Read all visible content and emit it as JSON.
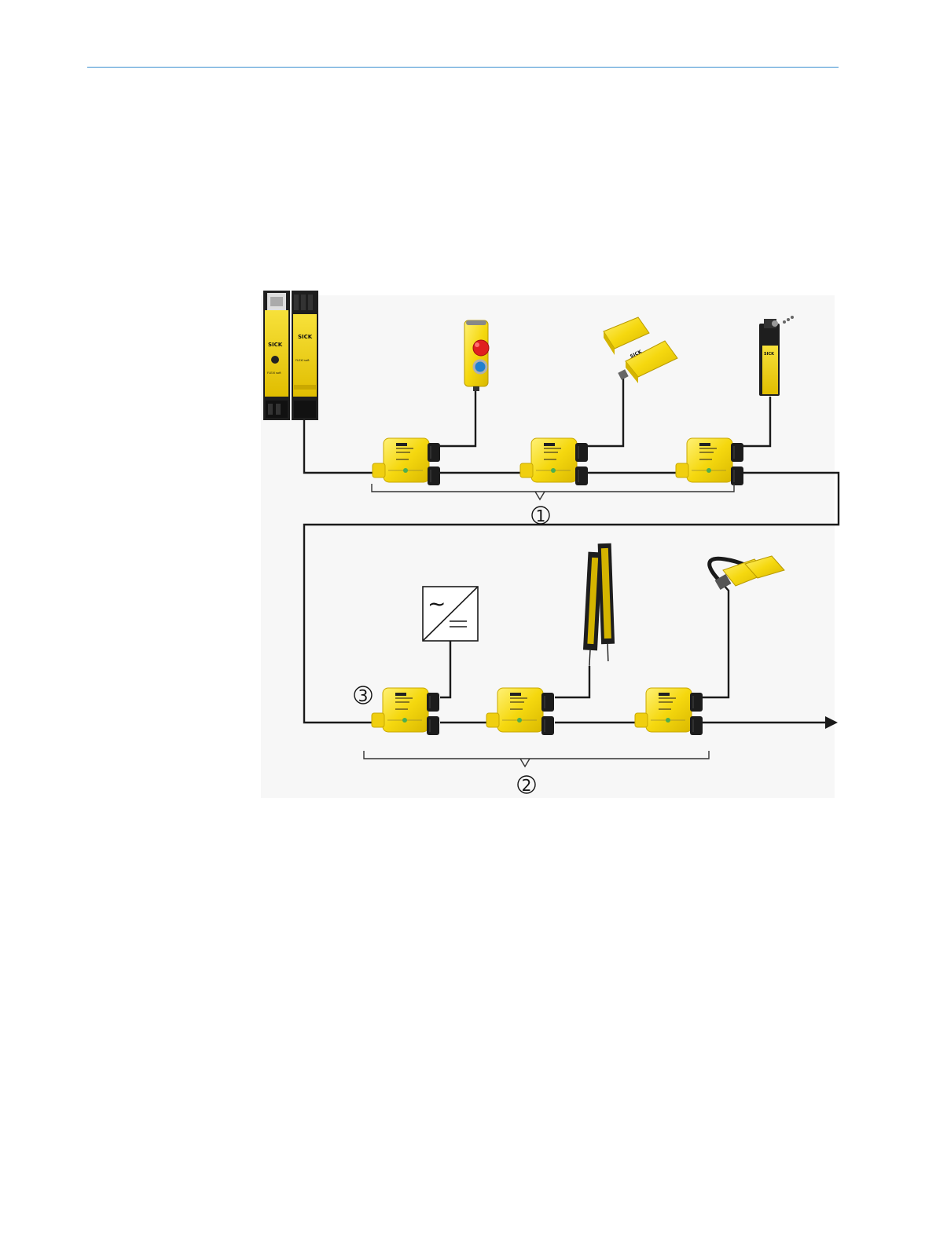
{
  "brand": {
    "logo_text": "SICK"
  },
  "controller": {
    "module1_name": "FLEXI soft",
    "module2_name": "FLEXI soft"
  },
  "callouts": [
    {
      "number": "1",
      "symbol": "①"
    },
    {
      "number": "2",
      "symbol": "②"
    },
    {
      "number": "3",
      "symbol": "③"
    }
  ],
  "power_supply": {
    "ac_symbol": "~"
  },
  "colors": {
    "device_yellow": "#f5d80f",
    "cable": "#1a1a1a",
    "header_rule": "#3a8fd0"
  }
}
